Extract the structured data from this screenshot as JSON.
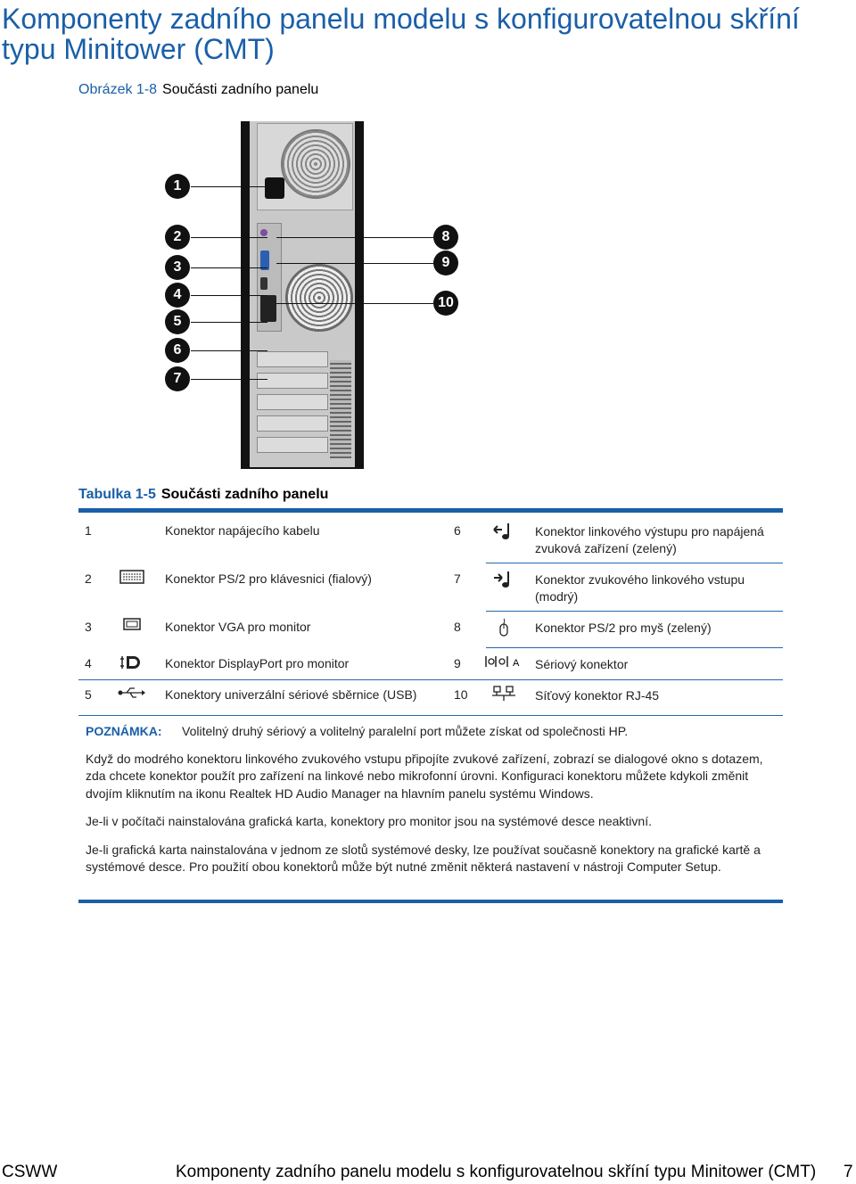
{
  "title": "Komponenty zadního panelu modelu s konfigurovatelnou skříní typu Minitower (CMT)",
  "figure": {
    "label": "Obrázek 1-8",
    "caption": "Součásti zadního panelu",
    "callouts": [
      "1",
      "2",
      "3",
      "4",
      "5",
      "6",
      "7",
      "8",
      "9",
      "10"
    ]
  },
  "table": {
    "label": "Tabulka 1-5",
    "caption": "Součásti zadního panelu",
    "rows": [
      {
        "left": {
          "num": "1",
          "icon": "",
          "desc": "Konektor napájecího kabelu"
        },
        "right": {
          "num": "6",
          "icon": "audio-line-out-icon",
          "desc": "Konektor linkového výstupu pro napájená zvuková zařízení (zelený)"
        }
      },
      {
        "left": {
          "num": "2",
          "icon": "keyboard-icon",
          "desc": "Konektor PS/2 pro klávesnici (fialový)"
        },
        "right": {
          "num": "7",
          "icon": "audio-line-in-icon",
          "desc": "Konektor zvukového linkového vstupu (modrý)"
        }
      },
      {
        "left": {
          "num": "3",
          "icon": "monitor-icon",
          "desc": "Konektor VGA pro monitor"
        },
        "right": {
          "num": "8",
          "icon": "mouse-icon",
          "desc": "Konektor PS/2 pro myš (zelený)"
        }
      },
      {
        "left": {
          "num": "4",
          "icon": "displayport-icon",
          "desc": "Konektor DisplayPort pro monitor"
        },
        "right": {
          "num": "9",
          "icon": "serial-icon",
          "desc": "Sériový konektor"
        }
      },
      {
        "left": {
          "num": "5",
          "icon": "usb-icon",
          "desc": "Konektory univerzální sériové sběrnice (USB)"
        },
        "right": {
          "num": "10",
          "icon": "network-icon",
          "desc": "Síťový konektor RJ-45"
        }
      }
    ],
    "note_label": "POZNÁMKA:",
    "note_text": "Volitelný druhý sériový a volitelný paralelní port můžete získat od společnosti HP.",
    "paragraphs": [
      "Když do modrého konektoru linkového zvukového vstupu připojíte zvukové zařízení, zobrazí se dialogové okno s dotazem, zda chcete konektor použít pro zařízení na linkové nebo mikrofonní úrovni. Konfiguraci konektoru můžete kdykoli změnit dvojím kliknutím na ikonu Realtek HD Audio Manager na hlavním panelu systému Windows.",
      "Je-li v počítači nainstalována grafická karta, konektory pro monitor jsou na systémové desce neaktivní.",
      "Je-li grafická karta nainstalována v jednom ze slotů systémové desky, lze používat současně konektory na grafické kartě a systémové desce. Pro použití obou konektorů může být nutné změnit některá nastavení v nástroji Computer Setup."
    ]
  },
  "footer": {
    "left": "CSWW",
    "center": "Komponenty zadního panelu modelu s konfigurovatelnou skříní typu Minitower (CMT)",
    "page": "7"
  },
  "colors": {
    "accent": "#1a5fa8",
    "port_purple": "#7a4fa0",
    "port_green": "#3a9a3a",
    "port_blue": "#2d5fb0"
  }
}
